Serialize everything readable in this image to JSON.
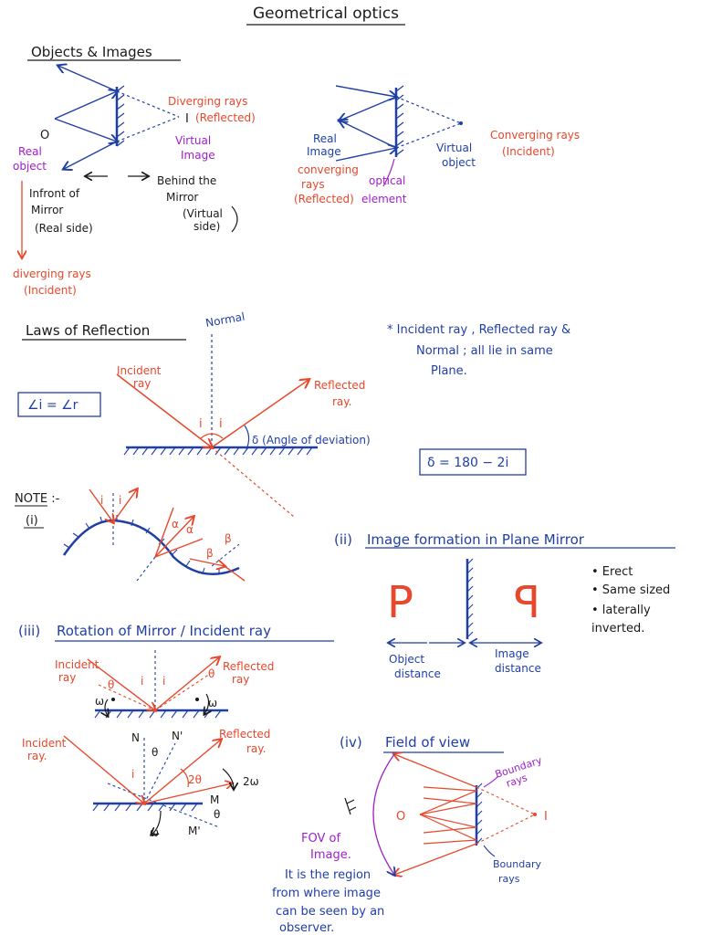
{
  "title": "Geometrical optics",
  "colors": {
    "blue": "#1f3fa6",
    "red": "#e8472b",
    "purple": "#a020c8",
    "black": "#1a1a1a"
  },
  "objects_images": {
    "heading": "Objects & Images",
    "left": {
      "o_label": "O",
      "real_object": [
        "Real",
        "object"
      ],
      "i_label": "I",
      "diverging_reflected": [
        "Diverging rays",
        "(Reflected)"
      ],
      "virtual_image": [
        "Virtual",
        "Image"
      ],
      "in_front": [
        "Infront of",
        "Mirror",
        "(Real side)"
      ],
      "behind": [
        "Behind the",
        "Mirror"
      ],
      "virtual_side": [
        "(Virtual",
        "side)"
      ],
      "diverging_incident": [
        "diverging rays",
        "(Incident)"
      ]
    },
    "right": {
      "real_image": [
        "Real",
        "Image"
      ],
      "converging_reflected": [
        "converging",
        "rays",
        "(Reflected)"
      ],
      "optical_element": [
        "optical",
        "element"
      ],
      "virtual_object": [
        "Virtual",
        "object"
      ],
      "converging_incident": [
        "Converging rays",
        "(Incident)"
      ]
    }
  },
  "reflection": {
    "heading": "Laws of Reflection",
    "normal": "Normal",
    "incident_ray": [
      "Incident",
      "ray"
    ],
    "reflected_ray": [
      "Reflected",
      "ray."
    ],
    "i_left": "i",
    "i_right": "i",
    "deviation": "δ (Angle of deviation)",
    "law_box": "∠i = ∠r",
    "delta_box": "δ = 180 − 2i",
    "plane_note": [
      "* Incident ray , Reflected ray &",
      "Normal ; all lie in same",
      "Plane."
    ]
  },
  "note": {
    "label": "NOTE :-",
    "sub": "(i)",
    "i1": "i",
    "i2": "i",
    "alpha1": "α",
    "alpha2": "α",
    "beta1": "β",
    "beta2": "β"
  },
  "plane_mirror": {
    "heading_num": "(ii)",
    "heading": "Image formation in Plane Mirror",
    "object_letter": "P",
    "image_letter": "P",
    "object_distance": [
      "Object",
      "distance"
    ],
    "image_distance": [
      "Image",
      "distance"
    ],
    "properties": [
      "• Erect",
      "• Same sized",
      "• laterally",
      "inverted."
    ]
  },
  "rotation": {
    "heading_num": "(iii)",
    "heading": "Rotation of Mirror / Incident ray",
    "top": {
      "incident": [
        "Incident",
        "ray"
      ],
      "reflected": [
        "Reflected",
        "ray"
      ],
      "theta_l": "θ",
      "theta_r": "θ",
      "i_l": "i",
      "i_r": "i",
      "omega_l": "ω",
      "omega_r": "ω"
    },
    "bottom": {
      "incident": [
        "Incident",
        "ray."
      ],
      "reflected": [
        "Reflected",
        "ray."
      ],
      "n": "N",
      "n_prime": "N'",
      "theta": "θ",
      "i": "i",
      "two_theta": "2θ",
      "two_omega": "2ω",
      "m": "M",
      "m_prime": "M'",
      "theta_m": "θ",
      "omega": "ω"
    }
  },
  "fov": {
    "heading_num": "(iv)",
    "heading": "Field of view",
    "boundary_top": [
      "Boundary",
      "rays"
    ],
    "boundary_bottom": [
      "Boundary",
      "rays"
    ],
    "o_label": "O",
    "i_label": "I",
    "fov_label": [
      "FOV of",
      "Image."
    ],
    "description": [
      "It is the region",
      "from where image",
      "can be seen by an",
      "observer."
    ]
  }
}
